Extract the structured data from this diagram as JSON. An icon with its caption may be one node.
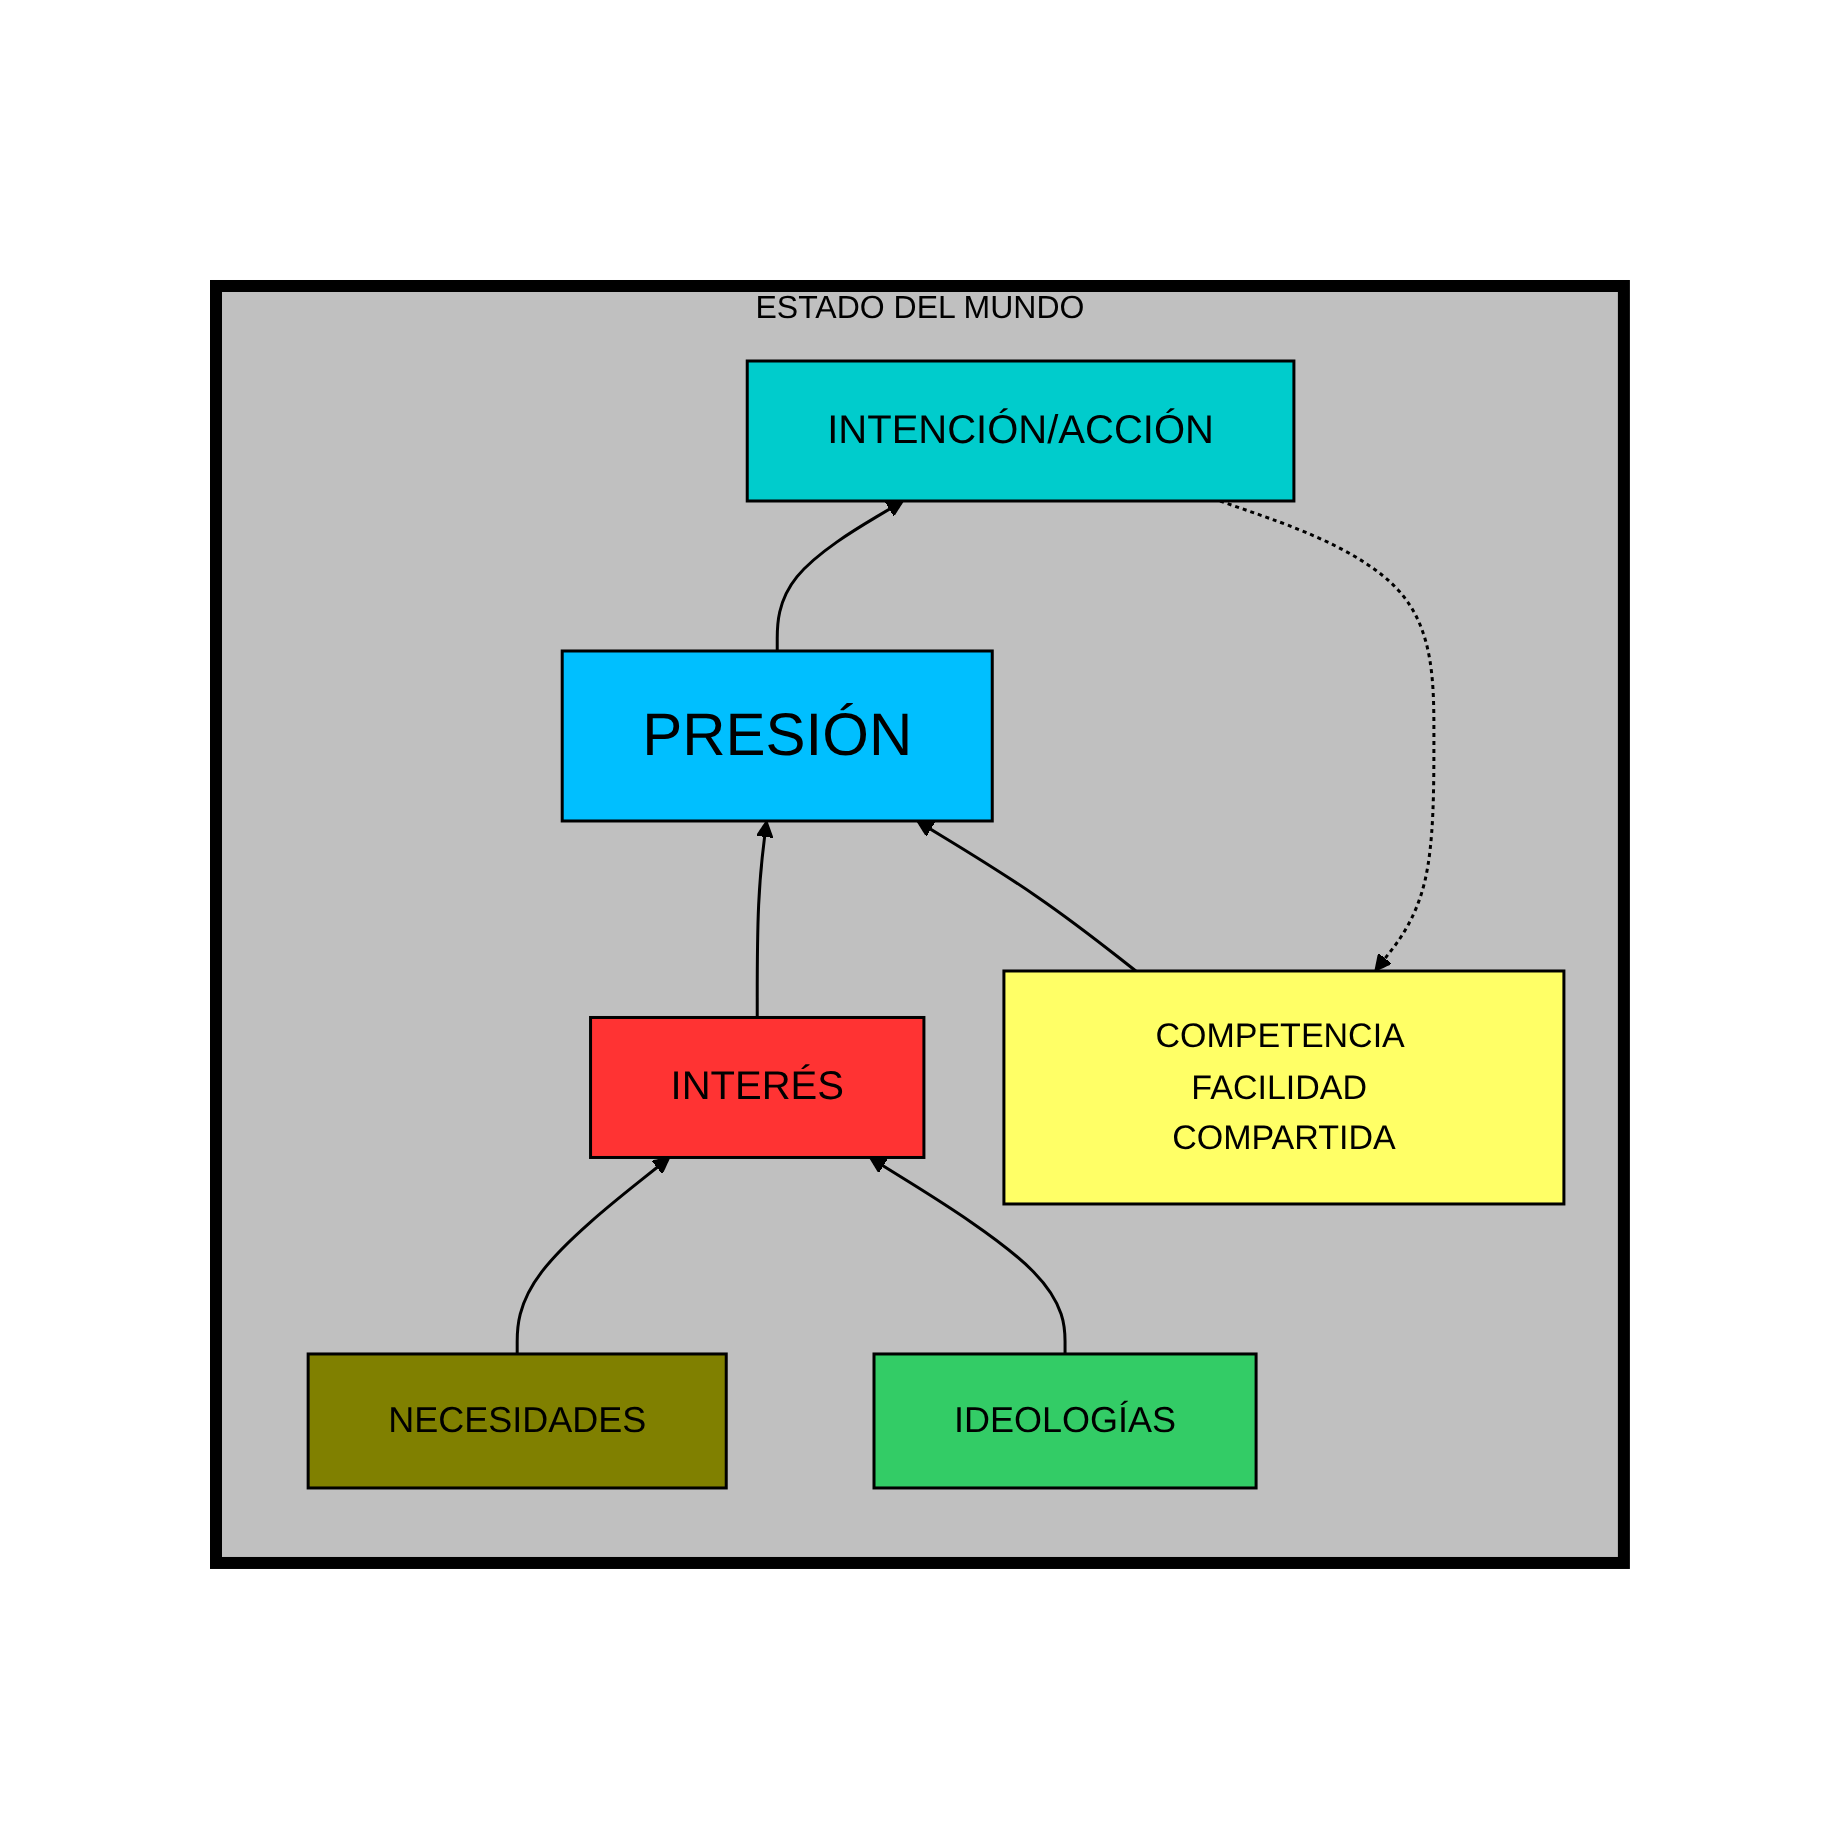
{
  "diagram": {
    "nodes": [
      {
        "text": [
          "ESTADO DEL MUNDO"
        ]
      },
      {
        "text": [
          "INTENCIÓN/ACCIÓN"
        ],
        "in": 0
      },
      {
        "text": [
          "PRESIÓN"
        ],
        "in": 0
      },
      {
        "text": [
          "INTERÉS"
        ],
        "in": 0
      },
      {
        "text": [
          "COMPETENCIA FACILIDAD COMPARTIDA"
        ],
        "in": 0
      },
      {
        "text": [
          "NECESIDADES"
        ],
        "in": 0
      },
      {
        "text": [
          "IDEOLOGÍAS"
        ],
        "in": 0
      }
    ],
    "edges": [
      {
        "from": 2,
        "to": 1,
        "arrow": "to"
      },
      {
        "from": 3,
        "to": 2,
        "arrow": "to"
      },
      {
        "from": 4,
        "to": 2,
        "arrow": "to"
      },
      {
        "from": 1,
        "to": 4,
        "arrow": "to",
        "style": "dashed"
      },
      {
        "from": 5,
        "to": 3,
        "arrow": "to"
      },
      {
        "from": 6,
        "to": 3,
        "arrow": "to"
      }
    ]
  }
}
